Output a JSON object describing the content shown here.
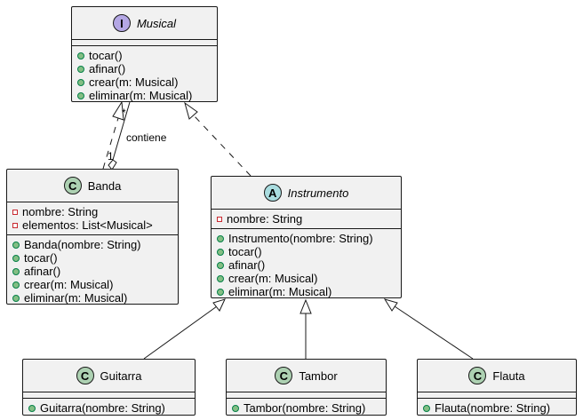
{
  "colors": {
    "interface_badge": "#B4A7E5",
    "class_badge": "#ADD1B2",
    "abstract_badge": "#A9DCDF",
    "node_fill": "#F1F1F1",
    "line": "#181818",
    "public_dot": "#84BE84",
    "private_square": "#C82930"
  },
  "nodes": {
    "musical": {
      "stereotype_letter": "I",
      "name": "Musical",
      "fields": [],
      "methods": [
        "tocar()",
        "afinar()",
        "crear(m: Musical)",
        "eliminar(m: Musical)"
      ]
    },
    "banda": {
      "stereotype_letter": "C",
      "name": "Banda",
      "fields": [
        "nombre: String",
        "elementos: List<Musical>"
      ],
      "methods": [
        "Banda(nombre: String)",
        "tocar()",
        "afinar()",
        "crear(m: Musical)",
        "eliminar(m: Musical)"
      ]
    },
    "instrumento": {
      "stereotype_letter": "A",
      "name": "Instrumento",
      "fields": [
        "nombre: String"
      ],
      "methods": [
        "Instrumento(nombre: String)",
        "tocar()",
        "afinar()",
        "crear(m: Musical)",
        "eliminar(m: Musical)"
      ]
    },
    "guitarra": {
      "stereotype_letter": "C",
      "name": "Guitarra",
      "fields": [],
      "methods": [
        "Guitarra(nombre: String)"
      ]
    },
    "tambor": {
      "stereotype_letter": "C",
      "name": "Tambor",
      "fields": [],
      "methods": [
        "Tambor(nombre: String)"
      ]
    },
    "flauta": {
      "stereotype_letter": "C",
      "name": "Flauta",
      "fields": [],
      "methods": [
        "Flauta(nombre: String)"
      ]
    }
  },
  "relations": {
    "aggregation_label": "contiene",
    "multiplicity_many": "*",
    "multiplicity_one": "1"
  }
}
